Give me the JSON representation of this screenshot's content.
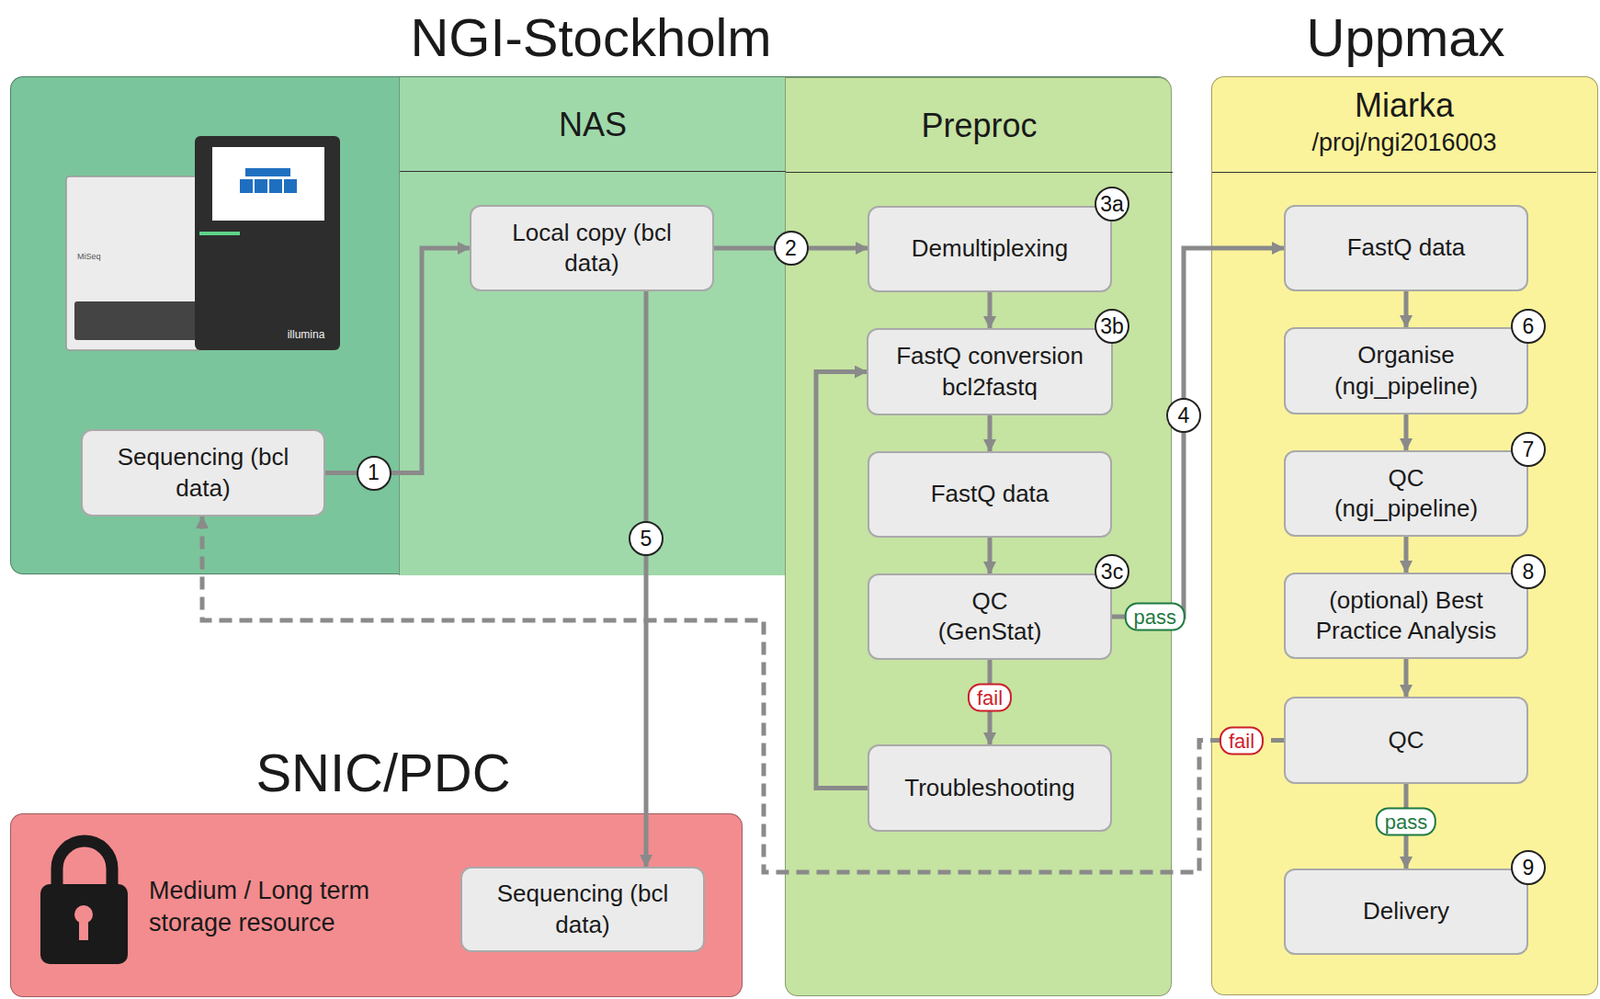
{
  "diagram": {
    "nodes": [
      {
        "text": [
          "NGI-Stockholm"
        ]
      },
      {
        "text": [
          "NAS"
        ],
        "in": 0
      },
      {
        "text": [
          "Preproc"
        ],
        "in": 0
      },
      {
        "text": [
          "Sequencing (bcl data)"
        ],
        "in": 0
      },
      {
        "text": [
          "Local copy (bcl data)"
        ],
        "in": 1
      },
      {
        "text": [
          "Demultiplexing"
        ],
        "in": 2
      },
      {
        "text": [
          "FastQ conversion bcl2fastq"
        ],
        "in": 2
      },
      {
        "text": [
          "FastQ data"
        ],
        "in": 2
      },
      {
        "text": [
          "QC (GenStat)"
        ],
        "in": 2
      },
      {
        "text": [
          "Troubleshooting"
        ],
        "in": 2
      },
      {
        "text": [
          "Uppmax"
        ]
      },
      {
        "text": [
          "Miarka",
          "/proj/ngi2016003"
        ],
        "in": 10
      },
      {
        "text": [
          "FastQ data"
        ],
        "in": 11
      },
      {
        "text": [
          "Organise (ngi_pipeline)"
        ],
        "in": 11
      },
      {
        "text": [
          "QC (ngi_pipeline)"
        ],
        "in": 11
      },
      {
        "text": [
          "(optional) Best Practice Analysis"
        ],
        "in": 11
      },
      {
        "text": [
          "QC"
        ],
        "in": 11
      },
      {
        "text": [
          "Delivery"
        ],
        "in": 11
      },
      {
        "text": [
          "SNIC/PDC",
          "Medium / Long term storage resource"
        ]
      },
      {
        "text": [
          "Sequencing (bcl data)"
        ],
        "in": 18
      }
    ],
    "edges": [
      {
        "from": 3,
        "to": 4,
        "arrow": "to",
        "label": "1"
      },
      {
        "from": 4,
        "to": 5,
        "arrow": "to",
        "label": "2"
      },
      {
        "from": 4,
        "to": 19,
        "arrow": "to",
        "label": "5"
      },
      {
        "from": 5,
        "to": 6,
        "arrow": "to"
      },
      {
        "from": 6,
        "to": 7,
        "arrow": "to"
      },
      {
        "from": 7,
        "to": 8,
        "arrow": "to"
      },
      {
        "from": 8,
        "to": 9,
        "arrow": "to",
        "label": "fail"
      },
      {
        "from": 9,
        "to": 6,
        "arrow": "to"
      },
      {
        "from": 8,
        "to": 12,
        "arrow": "to",
        "label": "pass"
      },
      {
        "from": 12,
        "to": 13,
        "arrow": "to"
      },
      {
        "from": 13,
        "to": 14,
        "arrow": "to"
      },
      {
        "from": 14,
        "to": 15,
        "arrow": "to"
      },
      {
        "from": 15,
        "to": 16,
        "arrow": "to"
      },
      {
        "from": 16,
        "to": 17,
        "arrow": "to",
        "label": "pass"
      },
      {
        "from": 16,
        "to": 3,
        "arrow": "to",
        "label": "fail"
      }
    ],
    "labels": [
      "3a",
      "3b",
      "3c",
      "4",
      "6",
      "7",
      "8",
      "9",
      "MiSeq",
      "illumina"
    ]
  }
}
